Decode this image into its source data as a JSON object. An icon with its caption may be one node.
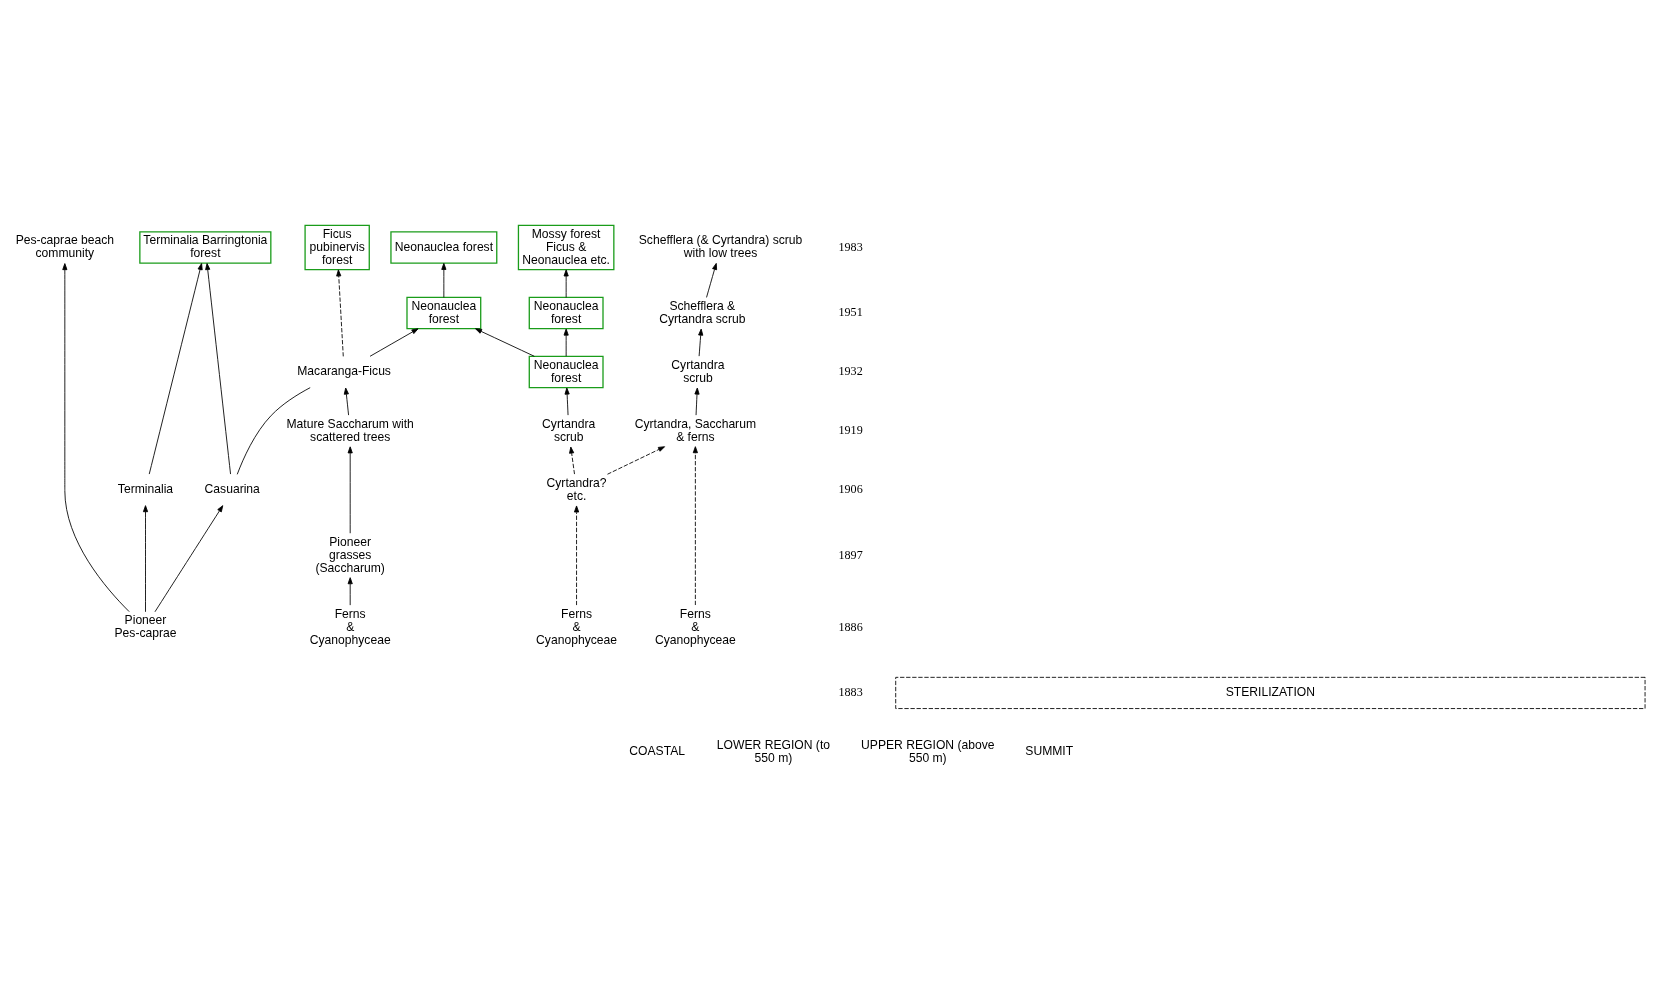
{
  "diagram": {
    "nodes": [
      {
        "text": [
          "Pes-caprae beach community"
        ]
      },
      {
        "text": [
          "Terminalia Barringtonia forest"
        ]
      },
      {
        "text": [
          "Ficus pubinervis forest"
        ]
      },
      {
        "text": [
          "Neonauclea forest"
        ]
      },
      {
        "text": [
          "Mossy forest Ficus & Neonauclea etc."
        ]
      },
      {
        "text": [
          "Schefflera (& Cyrtandra) scrub with low trees"
        ]
      },
      {
        "text": [
          "Neonauclea forest"
        ]
      },
      {
        "text": [
          "Neonauclea forest"
        ]
      },
      {
        "text": [
          "Schefflera & Cyrtandra scrub"
        ]
      },
      {
        "text": [
          "Macaranga-Ficus"
        ]
      },
      {
        "text": [
          "Neonauclea forest"
        ]
      },
      {
        "text": [
          "Cyrtandra scrub"
        ]
      },
      {
        "text": [
          "Mature Saccharum with scattered trees"
        ]
      },
      {
        "text": [
          "Cyrtandra scrub"
        ]
      },
      {
        "text": [
          "Cyrtandra, Saccharum & ferns"
        ]
      },
      {
        "text": [
          "Terminalia"
        ]
      },
      {
        "text": [
          "Casuarina"
        ]
      },
      {
        "text": [
          "Cyrtandra? etc."
        ]
      },
      {
        "text": [
          "Pioneer grasses (Saccharum)"
        ]
      },
      {
        "text": [
          "Pioneer Pes-caprae"
        ]
      },
      {
        "text": [
          "Ferns & Cyanophyceae"
        ]
      },
      {
        "text": [
          "Ferns & Cyanophyceae"
        ]
      },
      {
        "text": [
          "Ferns & Cyanophyceae"
        ]
      }
    ],
    "edges": [
      {
        "from": 19,
        "to": 0,
        "arrow": "to"
      },
      {
        "from": 19,
        "to": 15,
        "arrow": "to"
      },
      {
        "from": 19,
        "to": 16,
        "arrow": "to"
      },
      {
        "from": 15,
        "to": 1,
        "arrow": "to"
      },
      {
        "from": 16,
        "to": 1,
        "arrow": "to"
      },
      {
        "from": 16,
        "to": 9,
        "arrow": "none"
      },
      {
        "from": 9,
        "to": 2,
        "arrow": "to",
        "style": "dashed"
      },
      {
        "from": 20,
        "to": 18,
        "arrow": "to"
      },
      {
        "from": 18,
        "to": 12,
        "arrow": "to"
      },
      {
        "from": 12,
        "to": 9,
        "arrow": "to"
      },
      {
        "from": 9,
        "to": 6,
        "arrow": "to"
      },
      {
        "from": 6,
        "to": 3,
        "arrow": "to"
      },
      {
        "from": 10,
        "to": 6,
        "arrow": "to"
      },
      {
        "from": 21,
        "to": 17,
        "arrow": "to",
        "style": "dashed"
      },
      {
        "from": 17,
        "to": 13,
        "arrow": "to",
        "style": "dashed"
      },
      {
        "from": 17,
        "to": 14,
        "arrow": "to",
        "style": "dashed"
      },
      {
        "from": 13,
        "to": 10,
        "arrow": "to"
      },
      {
        "from": 10,
        "to": 7,
        "arrow": "to"
      },
      {
        "from": 7,
        "to": 4,
        "arrow": "to"
      },
      {
        "from": 22,
        "to": 14,
        "arrow": "to",
        "style": "dashed"
      },
      {
        "from": 14,
        "to": 11,
        "arrow": "to"
      },
      {
        "from": 11,
        "to": 8,
        "arrow": "to"
      },
      {
        "from": 8,
        "to": 5,
        "arrow": "to"
      }
    ],
    "labels": [
      "1983",
      "1951",
      "1932",
      "1919",
      "1906",
      "1897",
      "1886",
      "1883",
      "STERILIZATION",
      "COASTAL",
      "LOWER REGION (to 550 m)",
      "UPPER REGION (above 550 m)",
      "SUMMIT"
    ]
  }
}
